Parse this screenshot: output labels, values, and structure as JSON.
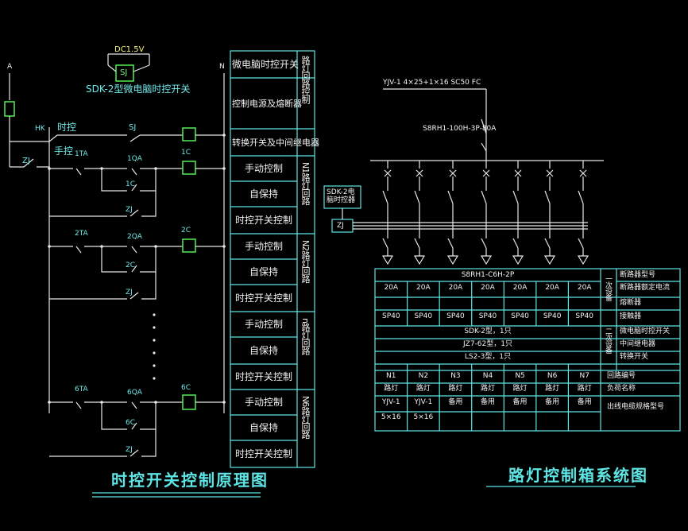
{
  "left": {
    "title": "时控开关控制原理图",
    "dc_label": "DC1.5V",
    "sj_box": "SJ",
    "timer_name": "SDK-2型微电脑时控开关",
    "label_a": "A",
    "label_n": "N",
    "hk": "HK",
    "time_ctrl": "时控",
    "manual": "手控",
    "sj": "SJ",
    "zj": "ZJ",
    "stations": [
      {
        "stop": "1TA",
        "start": "1QA",
        "coil": "1C",
        "aux": "1C",
        "zj": "ZJ"
      },
      {
        "stop": "2TA",
        "start": "2QA",
        "coil": "2C",
        "aux": "2C",
        "zj": "ZJ"
      },
      {
        "stop": "6TA",
        "start": "6QA",
        "coil": "6C",
        "aux": "6C",
        "zj": "ZJ"
      }
    ],
    "table_rows": [
      "微电脑时控开关",
      "控制电源及熔断器",
      "转换开关及中间继电器",
      "手动控制",
      "自保持",
      "时控开关控制",
      "手动控制",
      "自保持",
      "时控开关控制",
      "手动控制",
      "自保持",
      "时控开关控制",
      "手动控制",
      "自保持",
      "时控开关控制"
    ],
    "side_labels": [
      "路灯回路控制",
      "N1路灯回路",
      "N2路灯回路",
      "n路灯回路",
      "N6路灯回路"
    ]
  },
  "right": {
    "title": "路灯控制箱系统图",
    "incoming_cable": "YJV-1 4×25+1×16 SC50 FC",
    "main_breaker": "S8RH1-100H-3P-80A",
    "timer_box": "SDK-2电脑时控器",
    "zj": "ZJ",
    "breaker_type": "S8RH1-C6H-2P",
    "ratings": [
      "20A",
      "20A",
      "20A",
      "20A",
      "20A",
      "20A",
      "20A"
    ],
    "contactors": [
      "SP40",
      "SP40",
      "SP40",
      "SP40",
      "SP40",
      "SP40",
      "SP40"
    ],
    "shared_rows": [
      "SDK-2型，1只",
      "JZ7-62型，1只",
      "LS2-3型，1只"
    ],
    "circuits": [
      "N1",
      "N2",
      "N3",
      "N4",
      "N5",
      "N6",
      "N7"
    ],
    "loads": [
      "路灯",
      "路灯",
      "路灯",
      "路灯",
      "路灯",
      "路灯",
      "路灯"
    ],
    "cables": [
      "YJV-1",
      "YJV-1",
      "备用",
      "备用",
      "备用",
      "备用",
      "备用"
    ],
    "sizes": [
      "5×16",
      "5×16",
      "",
      "",
      "",
      "",
      ""
    ],
    "legend": [
      "断路器型号",
      "断路器额定电流",
      "熔断器",
      "接触器",
      "微电脑时控开关",
      "中间继电器",
      "转换开关",
      "回路编号",
      "负荷名称",
      "出线电缆规格型号"
    ],
    "group_primary": "一次设备",
    "group_secondary": "二次设备"
  }
}
